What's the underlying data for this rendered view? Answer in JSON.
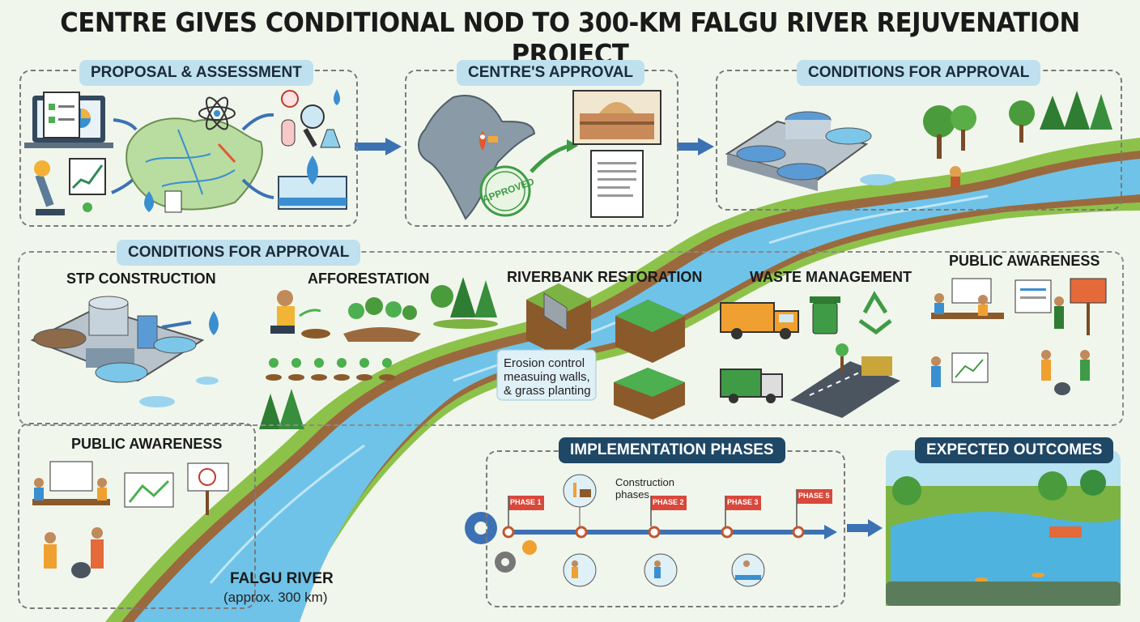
{
  "title": "CENTRE GIVES CONDITIONAL NOD TO 300-KM FALGU RIVER REJUVENATION PROJECT",
  "sections": {
    "proposal": "PROPOSAL & ASSESSMENT",
    "approval": "CENTRE'S APPROVAL",
    "conditions_top": "CONDITIONS FOR APPROVAL",
    "conditions_mid": "CONDITIONS FOR APPROVAL",
    "implementation": "IMPLEMENTATION PHASES",
    "outcomes": "EXPECTED OUTCOMES"
  },
  "stamp": "APPROVED",
  "conditions": {
    "stp": "STP CONSTRUCTION",
    "afforestation": "AFFORESTATION",
    "riverbank": "RIVERBANK RESTORATION",
    "waste": "WASTE MANAGEMENT",
    "awareness_right": "PUBLIC AWARENESS",
    "awareness_left": "PUBLIC AWARENESS"
  },
  "riverbank_note": [
    "Erosion control",
    "measuing walls,",
    "& grass planting"
  ],
  "river": {
    "name": "FALGU RIVER",
    "length": "(approx. 300 km)"
  },
  "phases": {
    "note": [
      "Construction",
      "phases"
    ],
    "flags": [
      "PHASE 1",
      "PHASE 2",
      "PHASE 3",
      "PHASE 5"
    ]
  },
  "colors": {
    "river": "#6fc3e8",
    "bank": "#8dc24a",
    "pill": "#bfe0ee",
    "pill_dark": "#1f4766",
    "flag": "#d9483b"
  },
  "icons": [
    "clipboard-icon",
    "laptop-chart-icon",
    "microscope-icon",
    "atom-icon",
    "water-drop-icon",
    "test-tube-icon",
    "india-map-icon",
    "parliament-icon",
    "document-icon",
    "recycle-icon",
    "garbage-truck-icon",
    "bin-icon",
    "gear-icon",
    "tree-icon"
  ]
}
